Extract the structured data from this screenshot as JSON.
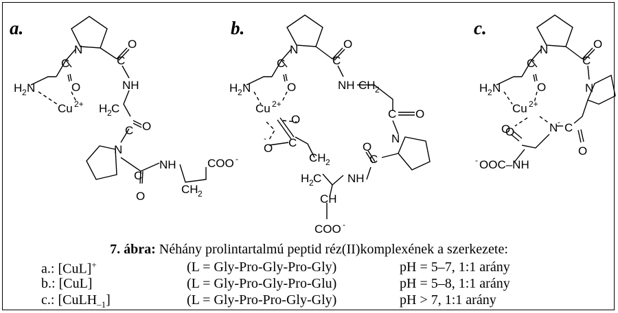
{
  "panels": [
    {
      "label": "a."
    },
    {
      "label": "b."
    },
    {
      "label": "c."
    }
  ],
  "atoms": {
    "N": "N",
    "O": "O",
    "C": "C",
    "NH": "NH",
    "H2N": "H",
    "H": "H",
    "N_minus": "N",
    "two": "2",
    "Cu": "Cu",
    "charge": "2+",
    "COO": "COO",
    "minus": "-",
    "CH": "CH",
    "CH2_H": "CH",
    "H2C_H": "H",
    "OOC_NH": "OOC–NH"
  },
  "caption": {
    "number": "7. ábra:",
    "title": " Néhány prolintartalmú peptid réz(II)komplexének a szerkezete:",
    "rows": [
      {
        "id": "a.:",
        "complex": "[CuL]",
        "charge": "+",
        "ligand": "(L = Gly-Pro-Gly-Pro-Gly)",
        "cond": "pH = 5–7, 1:1 arány"
      },
      {
        "id": "b.:",
        "complex": "[CuL]",
        "charge": "",
        "ligand": "(L = Gly-Pro-Gly-Pro-Glu)",
        "cond": "pH = 5–8, 1:1 arány"
      },
      {
        "id": "c.:",
        "complex": "[CuLH",
        "charge": "–1",
        "suffix": "]",
        "ligand": "(L = Gly-Pro-Pro-Gly-Gly)",
        "cond": "pH > 7, 1:1 arány"
      }
    ]
  }
}
